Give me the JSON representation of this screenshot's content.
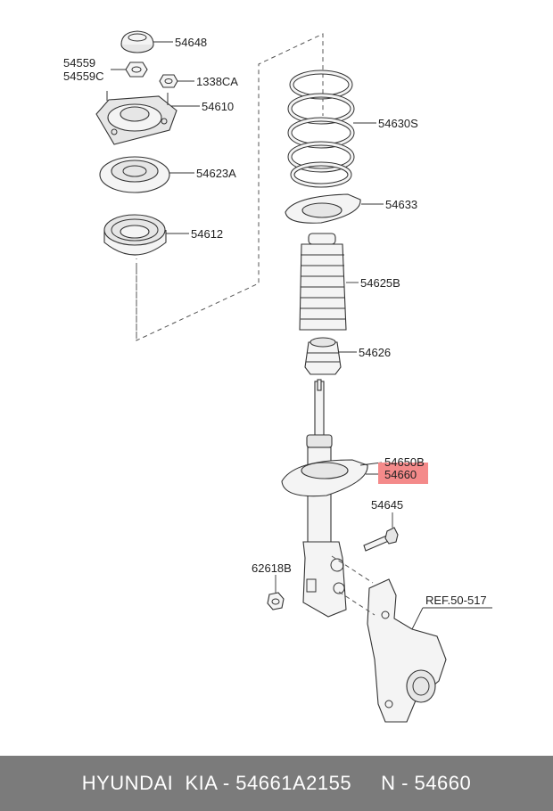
{
  "labels": {
    "p54648": "54648",
    "p54559": "54559",
    "p54559c": "54559C",
    "p1338ca": "1338CA",
    "p54610": "54610",
    "p54623a": "54623A",
    "p54612": "54612",
    "p54630s": "54630S",
    "p54633": "54633",
    "p54625b": "54625B",
    "p54626": "54626",
    "p54650b": "54650B",
    "p54660": "54660",
    "p54645": "54645",
    "p62618b": "62618B",
    "ref": "REF.50-517"
  },
  "highlight_color": "#f48a8a",
  "footer": {
    "text": "HYUNDAI  KIA - 54661A2155     N - 54660"
  }
}
